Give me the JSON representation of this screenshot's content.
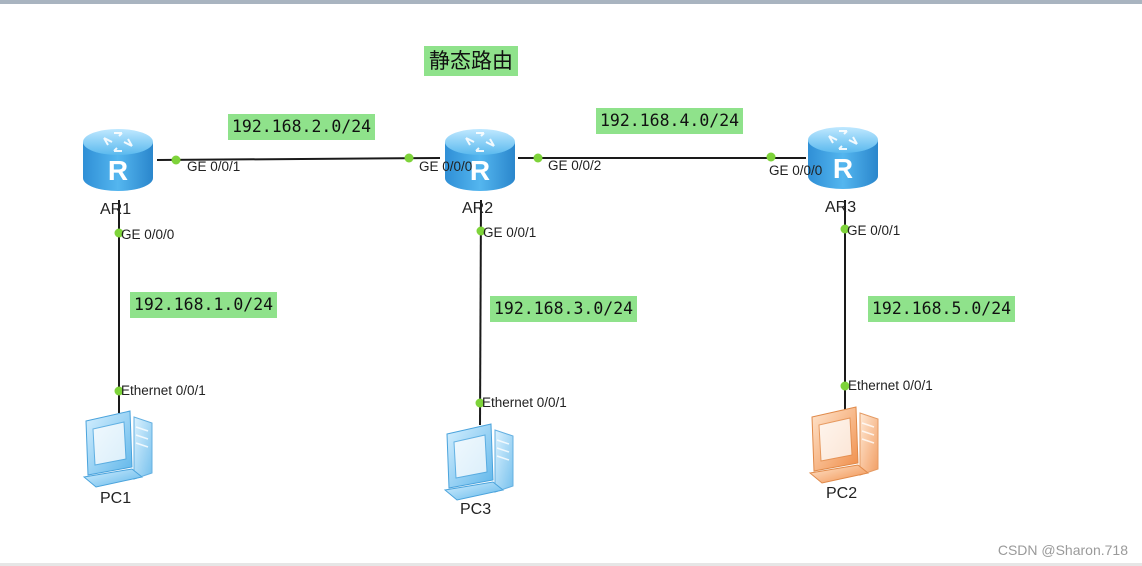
{
  "title": "静态路由",
  "routers": [
    {
      "name": "AR1"
    },
    {
      "name": "AR2"
    },
    {
      "name": "AR3"
    }
  ],
  "pcs": [
    {
      "name": "PC1",
      "color": "#7ecbf2"
    },
    {
      "name": "PC3",
      "color": "#7ecbf2"
    },
    {
      "name": "PC2",
      "color": "#f2a56a"
    }
  ],
  "subnets": {
    "ar1_ar2": "192.168.2.0/24",
    "ar2_ar3": "192.168.4.0/24",
    "ar1_pc1": "192.168.1.0/24",
    "ar2_pc3": "192.168.3.0/24",
    "ar3_pc2": "192.168.5.0/24"
  },
  "ports": {
    "ar1_ge001": "GE 0/0/1",
    "ar2_ge000": "GE 0/0/0",
    "ar2_ge002": "GE 0/0/2",
    "ar3_ge000": "GE 0/0/0",
    "ar1_ge000": "GE 0/0/0",
    "ar2_ge001": "GE 0/0/1",
    "ar3_ge001": "GE 0/0/1",
    "pc1_eth": "Ethernet 0/0/1",
    "pc3_eth": "Ethernet 0/0/1",
    "pc2_eth": "Ethernet 0/0/1"
  },
  "watermark": "CSDN @Sharon.718",
  "colors": {
    "label_bg": "#8fe28b",
    "port_dot": "#7ed33a",
    "router_blue": "#3aa7e6",
    "link": "#1a1a1a"
  }
}
